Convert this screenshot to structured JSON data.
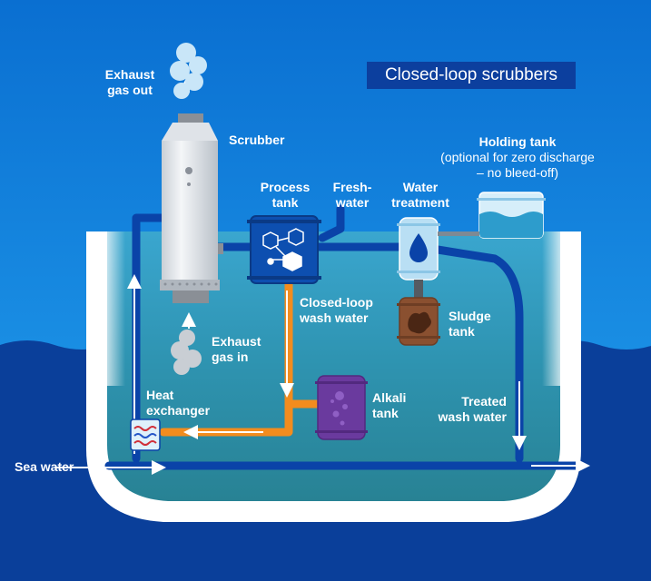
{
  "title": "Closed-loop scrubbers",
  "labels": {
    "exhaust_out_1": "Exhaust",
    "exhaust_out_2": "gas out",
    "scrubber": "Scrubber",
    "process_tank_1": "Process",
    "process_tank_2": "tank",
    "fresh_water_1": "Fresh-",
    "fresh_water_2": "water",
    "water_treatment_1": "Water",
    "water_treatment_2": "treatment",
    "holding_tank_title": "Holding tank",
    "holding_tank_note_1": "(optional for zero discharge",
    "holding_tank_note_2": "– no bleed-off)",
    "closed_loop_1": "Closed-loop",
    "closed_loop_2": "wash water",
    "sludge_tank_1": "Sludge",
    "sludge_tank_2": "tank",
    "exhaust_in_1": "Exhaust",
    "exhaust_in_2": "gas in",
    "heat_exchanger_1": "Heat",
    "heat_exchanger_2": "exchanger",
    "alkali_tank_1": "Alkali",
    "alkali_tank_2": "tank",
    "treated_wash_1": "Treated",
    "treated_wash_2": "wash water",
    "sea_water": "Sea water"
  },
  "colors": {
    "sky": "#0a6fd1",
    "sea_deep": "#0a3f9a",
    "sea_inner": "#2d8fa6",
    "pipe_blue": "#0a43a8",
    "pipe_orange": "#f28c1e",
    "process_tank": "#0d4fb0",
    "alkali_tank": "#6a3a9e",
    "sludge_tank": "#8a5030",
    "title_bg": "#0c3f9e"
  },
  "icons": [
    "steam-cloud-icon",
    "water-drop-icon",
    "hexagon-molecule-icon",
    "bubbles-icon",
    "heat-waves-icon",
    "sludge-blob-icon",
    "arrow-icon"
  ]
}
